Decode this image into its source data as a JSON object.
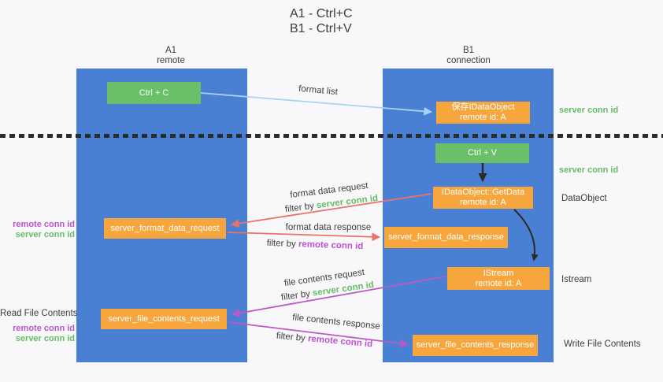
{
  "title": {
    "line1": "A1 - Ctrl+C",
    "line2": "B1 - Ctrl+V"
  },
  "columns": {
    "left": {
      "name": "A1",
      "role": "remote"
    },
    "right": {
      "name": "B1",
      "role": "connection"
    }
  },
  "nodes": {
    "ctrl_c": {
      "label": "Ctrl + C"
    },
    "ctrl_v": {
      "label": "Ctrl + V"
    },
    "save_dataobject": {
      "line1": "保存IDataObject",
      "line2": "remote id: A"
    },
    "getdata": {
      "line1": "IDataObject::GetData",
      "line2": "remote id: A"
    },
    "istream": {
      "line1": "IStream",
      "line2": "remote id: A"
    },
    "server_format_data_request": {
      "label": "server_format_data_request"
    },
    "server_format_data_response": {
      "label": "server_format_data_response"
    },
    "server_file_contents_request": {
      "label": "server_file_contents_request"
    },
    "server_file_contents_response": {
      "label": "server_file_contents_response"
    }
  },
  "flow_labels": {
    "format_list": "format list",
    "format_data_request": "format data request",
    "format_data_request_filter": {
      "prefix": "filter by ",
      "value": "server conn id"
    },
    "format_data_response": "format data response",
    "format_data_response_filter": {
      "prefix": "filter by ",
      "value": "remote conn id"
    },
    "file_contents_request": "file contents request",
    "file_contents_request_filter": {
      "prefix": "filter by ",
      "value": "server conn id"
    },
    "file_contents_response": "file contents response",
    "file_contents_response_filter": {
      "prefix": "filter by ",
      "value": "remote conn id"
    }
  },
  "annotations": {
    "right_server_conn_top": "server conn id",
    "right_server_conn_mid": "server conn id",
    "dataobject": "DataObject",
    "istream": "Istream",
    "write_file_contents": "Write File Contents",
    "left_remote_conn_top": "remote conn id",
    "left_server_conn_top": "server conn id",
    "read_file_contents": "Read File Contents",
    "left_remote_conn_bottom": "remote conn id",
    "left_server_conn_bottom": "server conn id"
  },
  "colors": {
    "column_blue": "#4a80d4",
    "node_green": "#6abf69",
    "node_orange": "#f7a63e",
    "label_green": "#65bd63",
    "label_purple": "#bb54cc",
    "arrow_red": "#ec7168",
    "arrow_magenta": "#bd58c5",
    "arrow_lightblue": "#a9d4f1",
    "arrow_black": "#2a2a2a"
  }
}
